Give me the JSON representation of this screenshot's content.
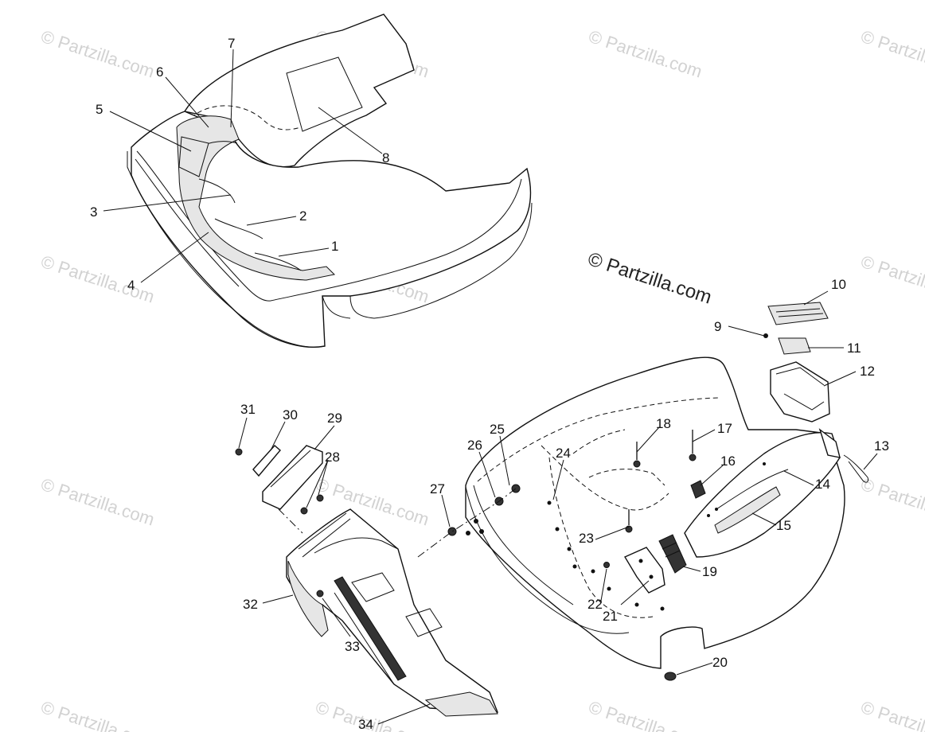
{
  "watermark": {
    "text": "© Partzilla.com",
    "main_text": "© Partzilla.com"
  },
  "callouts": [
    "1",
    "2",
    "3",
    "4",
    "5",
    "6",
    "7",
    "8",
    "9",
    "10",
    "11",
    "12",
    "13",
    "14",
    "15",
    "16",
    "17",
    "18",
    "19",
    "20",
    "21",
    "22",
    "23",
    "24",
    "25",
    "26",
    "27",
    "28",
    "29",
    "30",
    "31",
    "32",
    "33",
    "34"
  ]
}
